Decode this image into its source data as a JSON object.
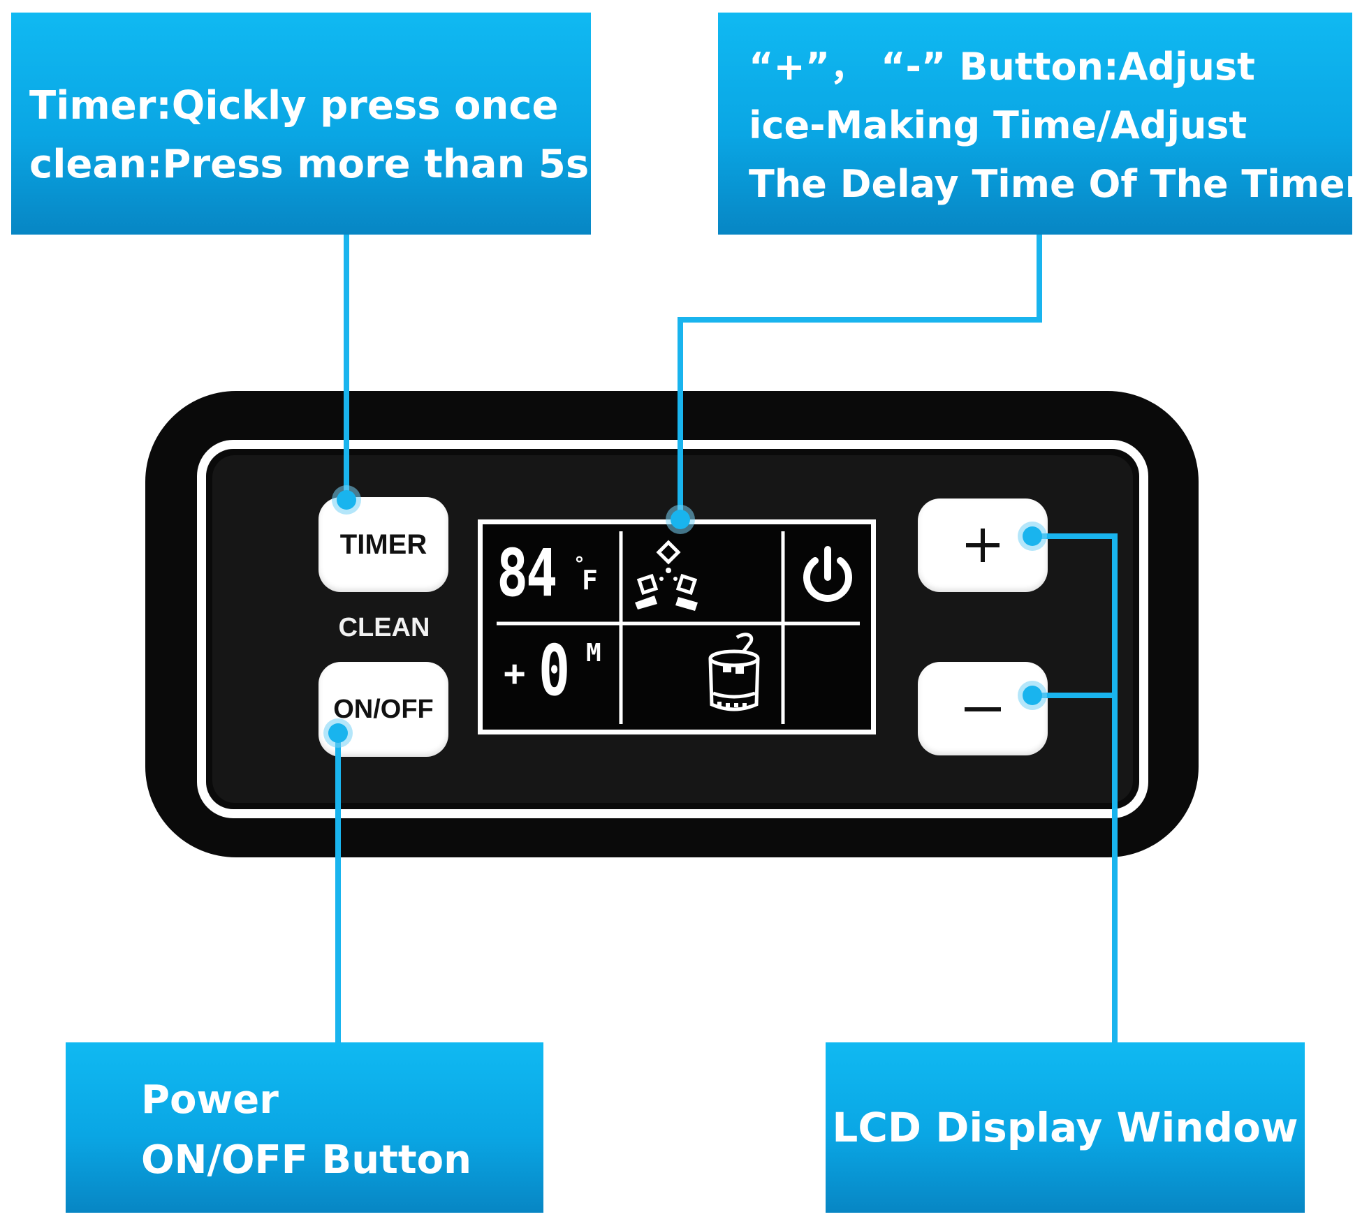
{
  "callouts": {
    "timer": {
      "line1": "Timer:Qickly press once",
      "line2": "clean:Press more than 5s"
    },
    "plus_minus": {
      "line1": "“+”， “-”  Button:Adjust",
      "line2": "ice-Making Time/Adjust",
      "line3": "The Delay Time Of The Timer"
    },
    "power": {
      "line1": "Power",
      "line2": "ON/OFF Button"
    },
    "lcd": {
      "line1": "LCD Display Window"
    }
  },
  "panel": {
    "timer_button": "TIMER",
    "clean_label": "CLEAN",
    "onoff_button": "ON/OFF",
    "plus_button": "+",
    "minus_button": "–"
  },
  "lcd": {
    "temperature": "84",
    "temp_degree": "°",
    "temp_unit": "F",
    "time_sign": "+",
    "time_value": "0",
    "time_unit": "M",
    "icons": [
      "ice-cubes-icon",
      "power-icon",
      "ice-basket-icon"
    ]
  },
  "colors": {
    "callout_blue": "#0aa6e4",
    "leader_line": "#19b4ee",
    "panel_black": "#0a0a0a"
  }
}
